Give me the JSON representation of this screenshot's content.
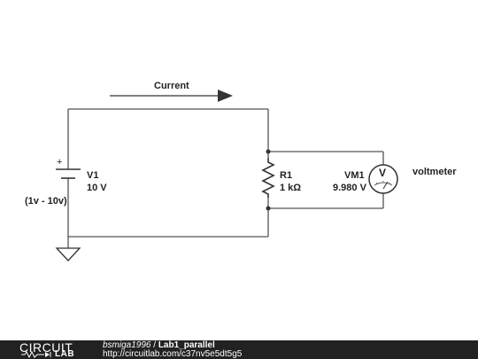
{
  "schematic": {
    "current_label": "Current",
    "source": {
      "name": "V1",
      "value": "10 V",
      "range": "(1v - 10v)",
      "plus": "+"
    },
    "resistor": {
      "name": "R1",
      "value": "1 kΩ"
    },
    "voltmeter": {
      "name": "VM1",
      "reading": "9.980 V",
      "symbol": "V",
      "label": "voltmeter"
    },
    "colors": {
      "wire": "#555555",
      "footer_bg": "#222222"
    }
  },
  "footer": {
    "logo_top": "CIRCUIT",
    "logo_bottom": "LAB",
    "user": "bsmiga1996",
    "separator": " / ",
    "title": "Lab1_parallel",
    "url": "http://circuitlab.com/c37nv5e5dt5g5"
  }
}
